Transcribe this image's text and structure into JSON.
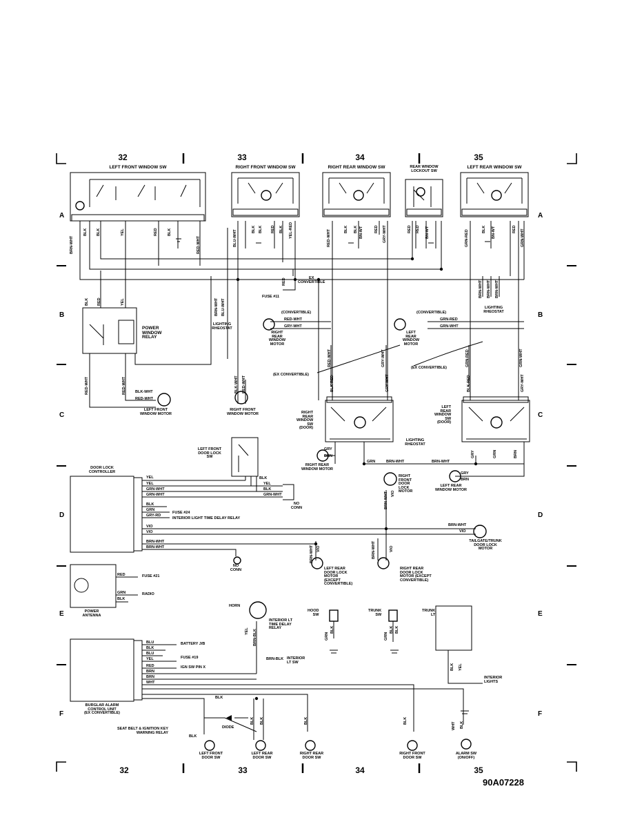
{
  "diagram_id": "90A07228",
  "columns": [
    "32",
    "33",
    "34",
    "35"
  ],
  "zones": [
    "A",
    "B",
    "C",
    "D",
    "E",
    "F"
  ],
  "components": {
    "left_front_window_sw": "LEFT FRONT WINDOW SW",
    "right_front_window_sw": "RIGHT FRONT WINDOW SW",
    "right_rear_window_sw": "RIGHT REAR WINDOW SW",
    "rear_window_lockout_sw": "REAR WINDOW\nLOCKOUT SW",
    "left_rear_window_sw": "LEFT REAR WINDOW SW",
    "power_window_relay": "POWER\nWINDOW\nRELAY",
    "lighting_rheostat_1": "LIGHTING\nRHEOSTAT",
    "lighting_rheostat_2": "LIGHTING\nRHEOSTAT",
    "lighting_rheostat_3": "LIGHTING\nRHEOSTAT",
    "left_front_window_motor": "LEFT FRONT\nWINDOW MOTOR",
    "right_front_window_motor": "RIGHT FRONT\nWINDOW MOTOR",
    "right_rear_window_motor_top": "RIGHT\nREAR\nWINDOW\nMOTOR",
    "left_rear_window_motor_top": "LEFT\nREAR\nWINDOW\nMOTOR",
    "right_rear_window_sw_door": "RIGHT\nREAR\nWINDOW\nSW\n(DOOR)",
    "left_rear_window_sw_door": "LEFT\nREAR\nWINDOW\nSW\n(DOOR)",
    "right_rear_window_motor": "RIGHT REAR\nWINDOW MOTOR",
    "left_rear_window_motor": "LEFT REAR\nWINDOW MOTOR",
    "left_front_door_lock_sw": "LEFT FRONT\nDOOR LOCK\nSW",
    "door_lock_controller": "DOOR LOCK\nCONTROLLER",
    "right_front_door_lock_motor": "RIGHT\nFRONT\nDOOR\nLOCK\nMOTOR",
    "tailgate_trunk_door_lock_motor": "TAILGATE/TRUNK\nDOOR LOCK\nMOTOR",
    "left_rear_door_lock_motor": "LEFT REAR\nDOOR LOCK\nMOTOR\n(EXCEPT\nCONVERTIBLE)",
    "right_rear_door_lock_motor": "RIGHT REAR\nDOOR LOCK\nMOTOR (EXCEPT\nCONVERTIBLE)",
    "power_antenna": "POWER\nANTENNA",
    "horn": "HORN",
    "interior_lt_time_delay_relay": "INTERIOR LT\nTIME DELAY\nRELAY",
    "hood_sw": "HOOD\nSW",
    "trunk_sw": "TRUNK\nSW",
    "trunk_lt": "TRUNK\nLT",
    "burglar_alarm_control_unit": "BURGLAR ALARM\nCONTROL UNIT\n(EX CONVERTIBLE)",
    "interior_lt_sw": "INTERIOR\nLT SW",
    "diode": "DIODE",
    "seat_belt_relay": "SEAT BELT & IGNITION KEY\nWARNING RELAY",
    "left_front_door_sw": "LEFT FRONT\nDOOR SW",
    "left_rear_door_sw": "LEFT REAR\nDOOR SW",
    "right_rear_door_sw": "RIGHT REAR\nDOOR SW",
    "right_front_door_sw": "RIGHT FRONT\nDOOR SW",
    "alarm_sw": "ALARM SW\n(ON/OFF)",
    "interior_lights": "INTERIOR\nLIGHTS",
    "no_conn": "NO\nCONN"
  },
  "notes": {
    "ex_convertible_a": "EX\nCONVERTIBLE",
    "fuse_11": "FUSE #11",
    "convertible_1": "(CONVERTIBLE)",
    "convertible_2": "(CONVERTIBLE)",
    "ex_convertible_1": "(EX CONVERTIBLE)",
    "ex_convertible_2": "(EX CONVERTIBLE)",
    "fuse_24": "FUSE #24",
    "interior_light_time_delay_relay": "INTERIOR LIGHT TIME DELAY RELAY",
    "fuse_21": "FUSE #21",
    "radio": "RADIO",
    "battery_jb": "BATTERY J/B",
    "fuse_19": "FUSE #19",
    "ign_sw_pin_x": "IGN SW PIN X"
  },
  "wires": {
    "brn_wht": "BRN-WHT",
    "blk": "BLK",
    "yel": "YEL",
    "red": "RED",
    "red_wht": "RED-WHT",
    "blu_wht": "BLU-WHT",
    "grn_wht": "GRN-WHT",
    "gry_wht": "GRY-WHT",
    "grn_red": "GRN-RED",
    "blk_wht": "BLK-WHT",
    "blk_red": "BLK-RED",
    "gry": "GRY",
    "brn": "BRN",
    "grn": "GRN",
    "gry_rd": "GRY-RD",
    "vio": "VIO",
    "blu": "BLU",
    "wht": "WHT",
    "brn_blk": "BRN-BLK",
    "yel_red": "YEL-RED",
    "bn_wt": "BN-WT"
  },
  "colors": {
    "ink": "#000000",
    "paper": "#ffffff"
  }
}
